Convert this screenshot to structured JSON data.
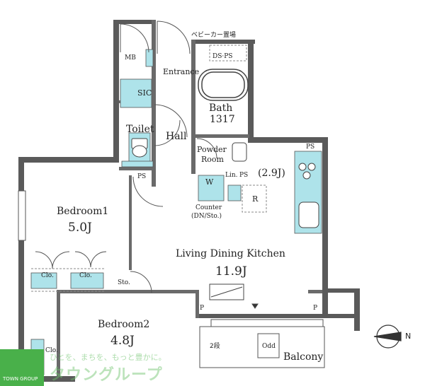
{
  "rooms": {
    "entrance": "Entrance",
    "bath": "Bath",
    "bath_size": "1317",
    "toilet": "Toilet",
    "hall": "Hall",
    "powder_room_line1": "Powder",
    "powder_room_line2": "Room",
    "bedroom1": "Bedroom1",
    "bedroom1_size": "5.0J",
    "bedroom2": "Bedroom2",
    "bedroom2_size": "4.8J",
    "ldk": "Living Dining Kitchen",
    "ldk_size": "11.9J",
    "kitchen_size": "(2.9J)",
    "balcony": "Balcony"
  },
  "labels": {
    "mb": "MB",
    "sic": "SIC",
    "ds_ps": "DS·PS",
    "stroller": "ベビーカー置場",
    "ps_top": "PS",
    "ps_mid": "PS",
    "ps_left": "PS",
    "lin": "Lin.",
    "w": "W",
    "r": "R",
    "counter_line1": "Counter",
    "counter_line2": "(DN/Sto.)",
    "clo1": "Clo.",
    "clo2": "Clo.",
    "clo3": "Clo.",
    "sto": "Sto.",
    "p_left": "P",
    "p_right": "P",
    "odd": "Odd",
    "two_stage": "2段",
    "north": "N"
  },
  "logo": {
    "tagline": "ひとを、まちを、もっと豊かに。",
    "name": "タウングループ",
    "caption": "TOWN GROUP"
  },
  "colors": {
    "wall": "#5a5a5a",
    "fixture_blue": "#aee3ea",
    "logo_green": "#49b04a"
  }
}
